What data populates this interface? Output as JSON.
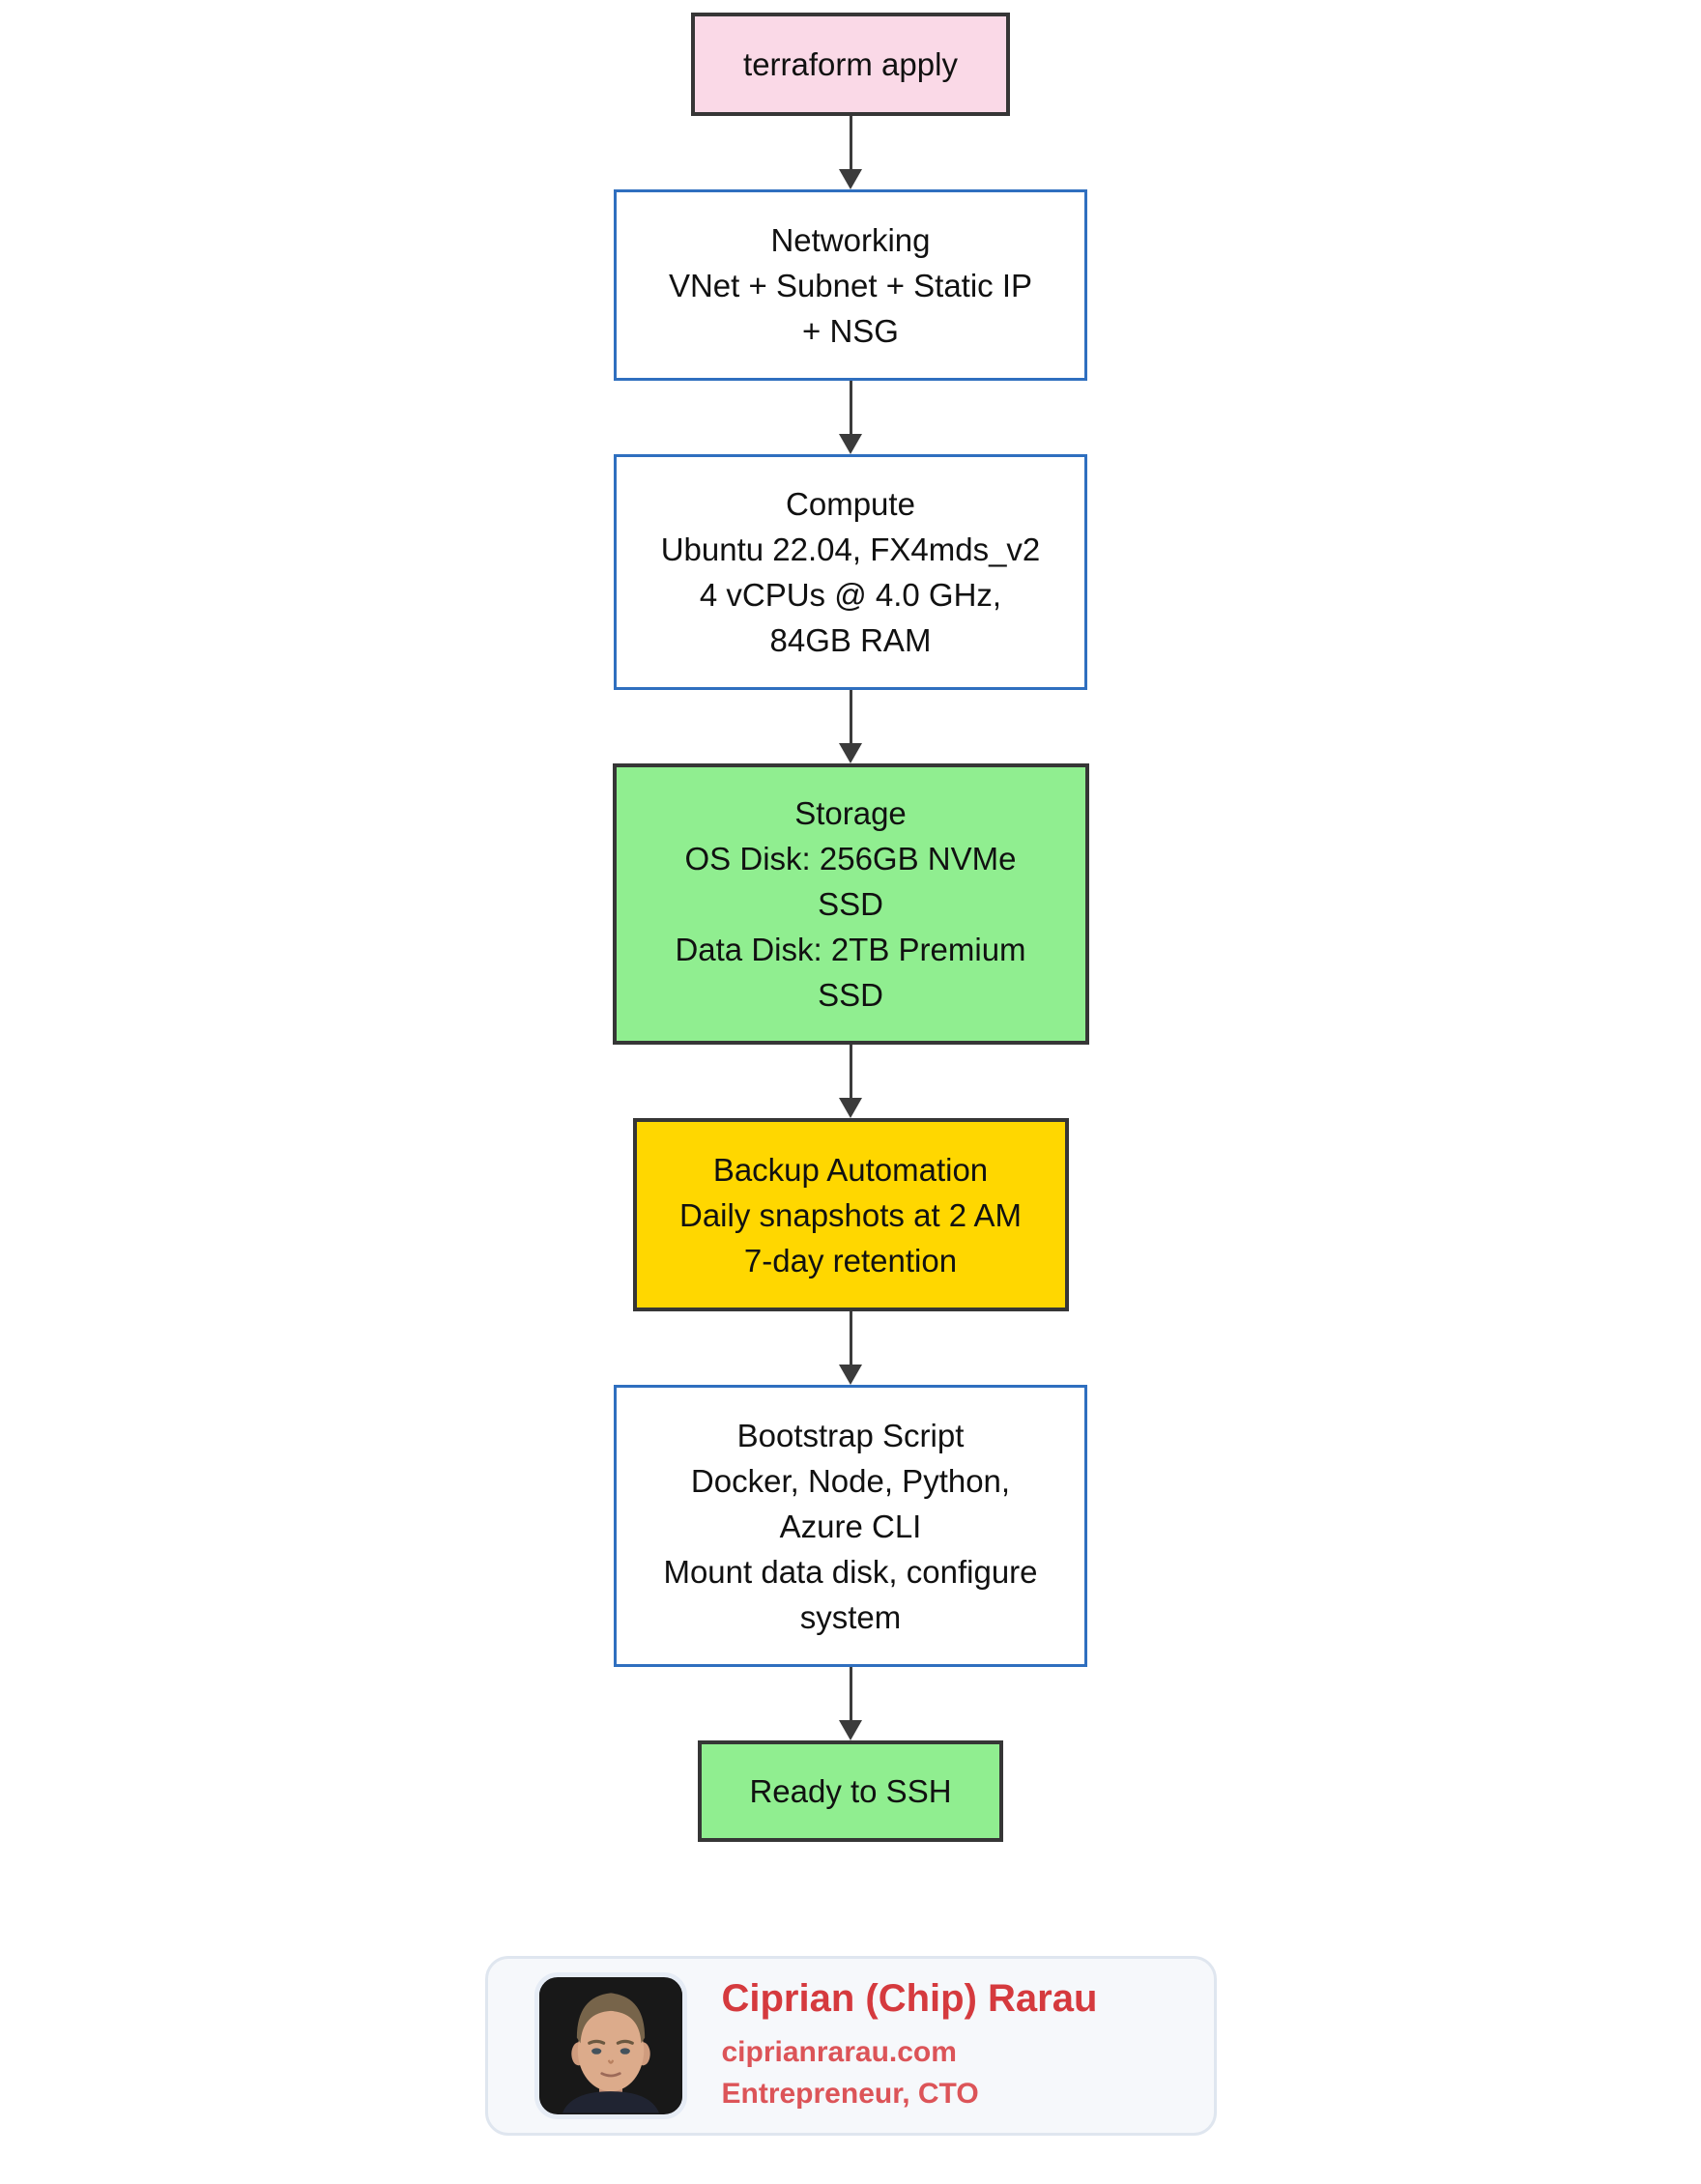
{
  "flowchart": {
    "nodes": {
      "start": {
        "text": "terraform apply"
      },
      "networking": {
        "text": "Networking\nVNet + Subnet + Static IP\n+ NSG"
      },
      "compute": {
        "text": "Compute\nUbuntu 22.04, FX4mds_v2\n4 vCPUs @ 4.0 GHz,\n84GB RAM"
      },
      "storage": {
        "text": "Storage\nOS Disk: 256GB NVMe\nSSD\nData Disk: 2TB Premium\nSSD"
      },
      "backup": {
        "text": "Backup Automation\nDaily snapshots at 2 AM\n7-day retention"
      },
      "bootstrap": {
        "text": "Bootstrap Script\nDocker, Node, Python,\nAzure CLI\nMount data disk, configure\nsystem"
      },
      "ready": {
        "text": "Ready to SSH"
      }
    },
    "colors": {
      "start_fill": "#fad9e7",
      "success_fill": "#90ee90",
      "warning_fill": "#ffd700",
      "blue_border": "#2f6fbf",
      "dark_border": "#363636",
      "arrow": "#3b3b3b",
      "text": "#111111"
    }
  },
  "profile_card": {
    "name": "Ciprian (Chip) Rarau",
    "website": "ciprianrarau.com",
    "title": "Entrepreneur, CTO",
    "photo_icon": "portrait-photo",
    "name_color": "#d53a3e",
    "accent_color": "#dc5458",
    "card_bg": "#f6f8fb",
    "card_border": "#dfe6ef"
  }
}
